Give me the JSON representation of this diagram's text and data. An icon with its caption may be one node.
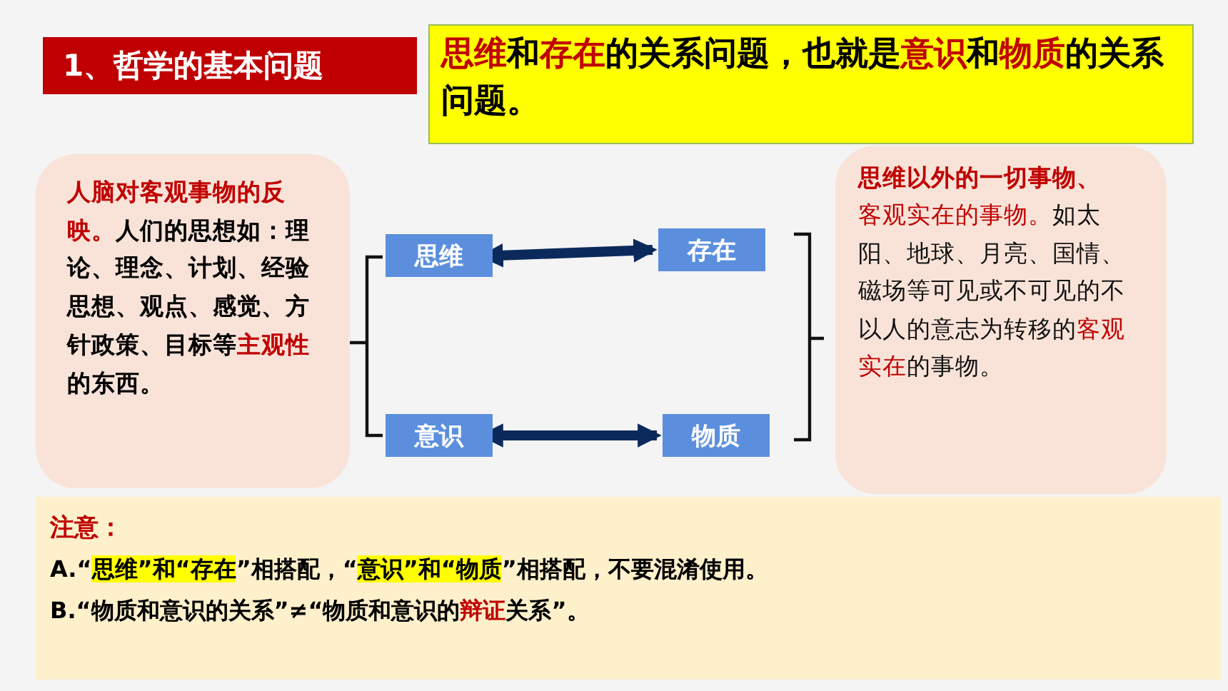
{
  "diagram": {
    "nodes": [
      {
        "text": [
          "1、哲学的基本问题"
        ]
      },
      {
        "text": [
          "**思维**和**存在**的关系问题，也就是**意识**和**物质**的关系问题。"
        ]
      },
      {
        "text": [
          "**人脑对客观事物的反映。**人们的思想如：理论、理念、计划、经验思想、观点、感觉、方针政策、目标等**主观性**的东西。"
        ]
      },
      {
        "text": [
          "思维"
        ]
      },
      {
        "text": [
          "存在"
        ]
      },
      {
        "text": [
          "意识"
        ]
      },
      {
        "text": [
          "物质"
        ]
      },
      {
        "text": [
          "思维以外的一切事物、",
          "**客观实在的事物。**如太阳、地球、月亮、国情、磁场等可见或不可见的不以人的意志为转移的**客观实在**的事物。"
        ]
      },
      {
        "text": [
          "注意：",
          "A.“*思维”和“存在*”相搭配，“*意识”和“物质*”相搭配，不要混淆使用。",
          "B.“物质和意识的关系”≠“物质和意识的**辩证**关系”。"
        ]
      }
    ],
    "edges": [
      {
        "from": 3,
        "to": 4,
        "arrow": "both"
      },
      {
        "from": 5,
        "to": 6,
        "arrow": "both"
      }
    ]
  }
}
